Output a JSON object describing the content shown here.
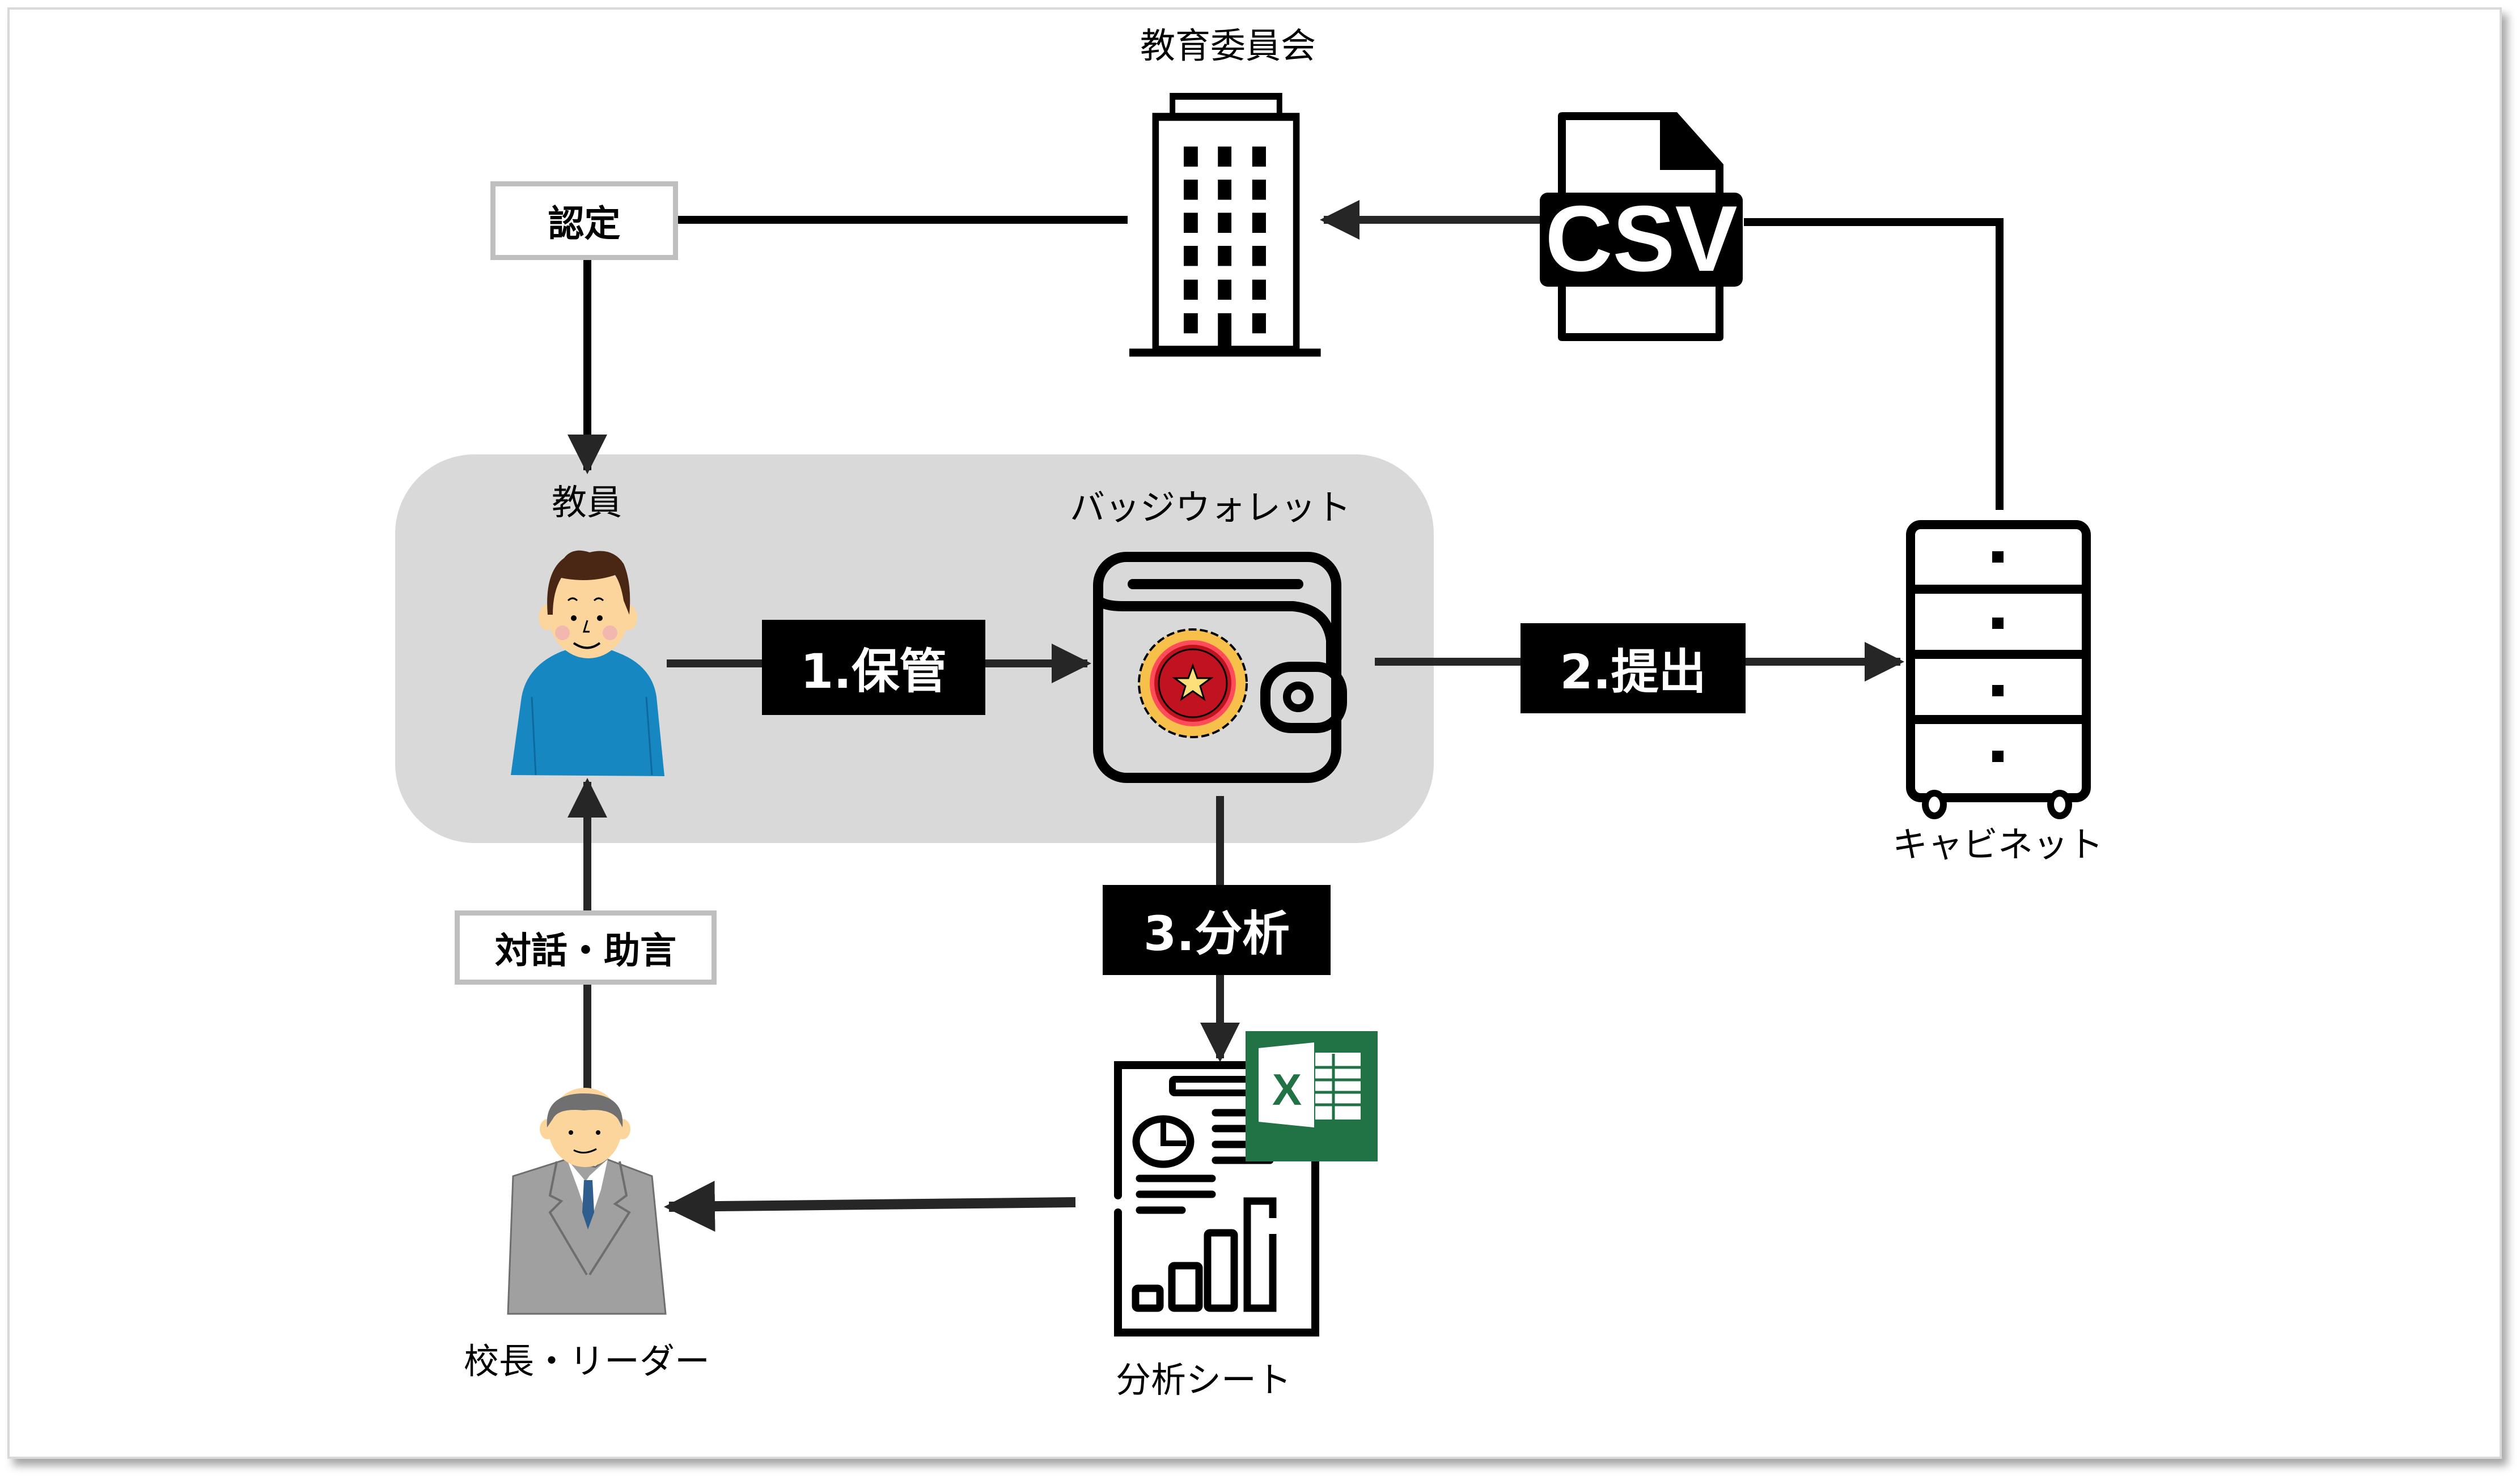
{
  "diagram": {
    "nodes": {
      "board_of_education": {
        "label": "教育委員会",
        "icon": "office-building-icon"
      },
      "teacher": {
        "label": "教員",
        "icon": "teacher-person-icon"
      },
      "badge_wallet": {
        "label": "バッジウォレット",
        "icon": "wallet-badge-icon"
      },
      "cabinet": {
        "label": "キャビネット",
        "icon": "filing-cabinet-icon"
      },
      "analysis_sheet": {
        "label": "分析シート",
        "icon": "analysis-report-icon"
      },
      "principal": {
        "label": "校長・リーダー",
        "icon": "principal-person-icon"
      },
      "csv_file": {
        "label": "CSV",
        "icon": "csv-file-icon"
      },
      "excel": {
        "label": "X",
        "icon": "excel-icon"
      }
    },
    "edge_labels": {
      "certification": "認定",
      "dialogue_advice": "対話・助言",
      "step1": "1.保管",
      "step2": "2.提出",
      "step3": "3.分析"
    },
    "colors": {
      "group_fill": "#d9d9d9",
      "label_box_border": "#bfbfbf",
      "step_box_fill": "#000000",
      "arrow": "#262626",
      "excel_green": "#217346",
      "teacher_shirt": "#1787c2",
      "badge_red": "#c1121f",
      "badge_gold": "#f7c04a"
    }
  }
}
